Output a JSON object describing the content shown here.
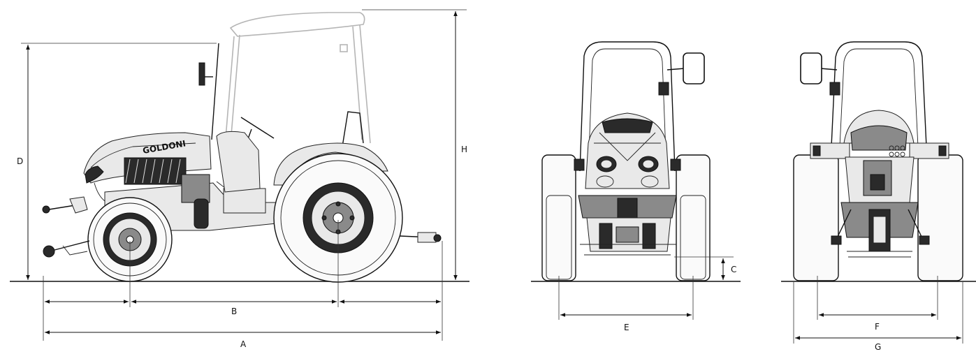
{
  "brand": {
    "hood_lettering": "GOLDONI"
  },
  "dimension_labels": {
    "A": "A",
    "B": "B",
    "C": "C",
    "D": "D",
    "E": "E",
    "F": "F",
    "G": "G",
    "H": "H"
  },
  "views": [
    "side-view",
    "front-view",
    "rear-view"
  ]
}
